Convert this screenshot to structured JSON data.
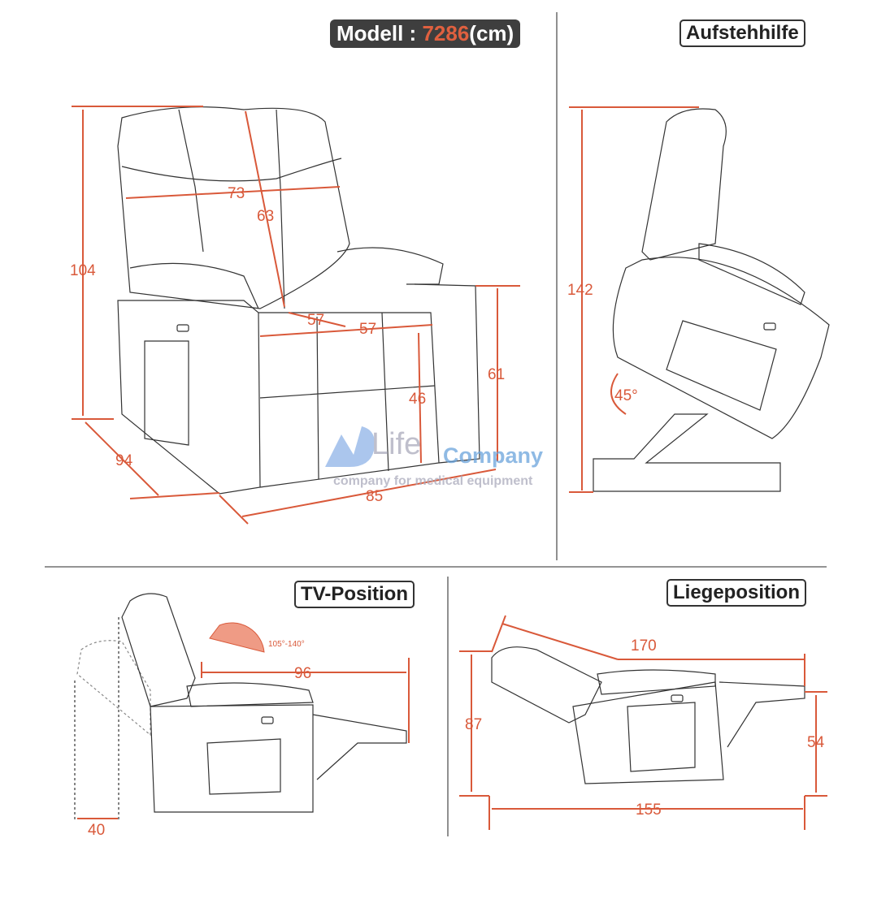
{
  "header": {
    "model_label": "Modell : ",
    "model_number": "7286",
    "unit": "(cm)"
  },
  "sections": {
    "lift": "Aufstehhilfe",
    "tv": "TV-Position",
    "lie": "Liegeposition"
  },
  "front_dims": {
    "height": "104",
    "back_width": "73",
    "back_height": "63",
    "seat_depth": "57",
    "seat_width": "57",
    "seat_height": "46",
    "arm_height": "61",
    "depth": "94",
    "width": "85"
  },
  "lift_dims": {
    "height": "142",
    "angle": "45°"
  },
  "tv_dims": {
    "length": "96",
    "angle": "105°-140°",
    "wall": "40"
  },
  "lie_dims": {
    "length": "170",
    "height": "87",
    "footrest": "54",
    "floor": "155"
  },
  "watermark": {
    "brand_a": "Life",
    "brand_b": "Company",
    "tagline": "company for medical equipment"
  },
  "colors": {
    "accent": "#d9593a",
    "line": "#333333"
  }
}
